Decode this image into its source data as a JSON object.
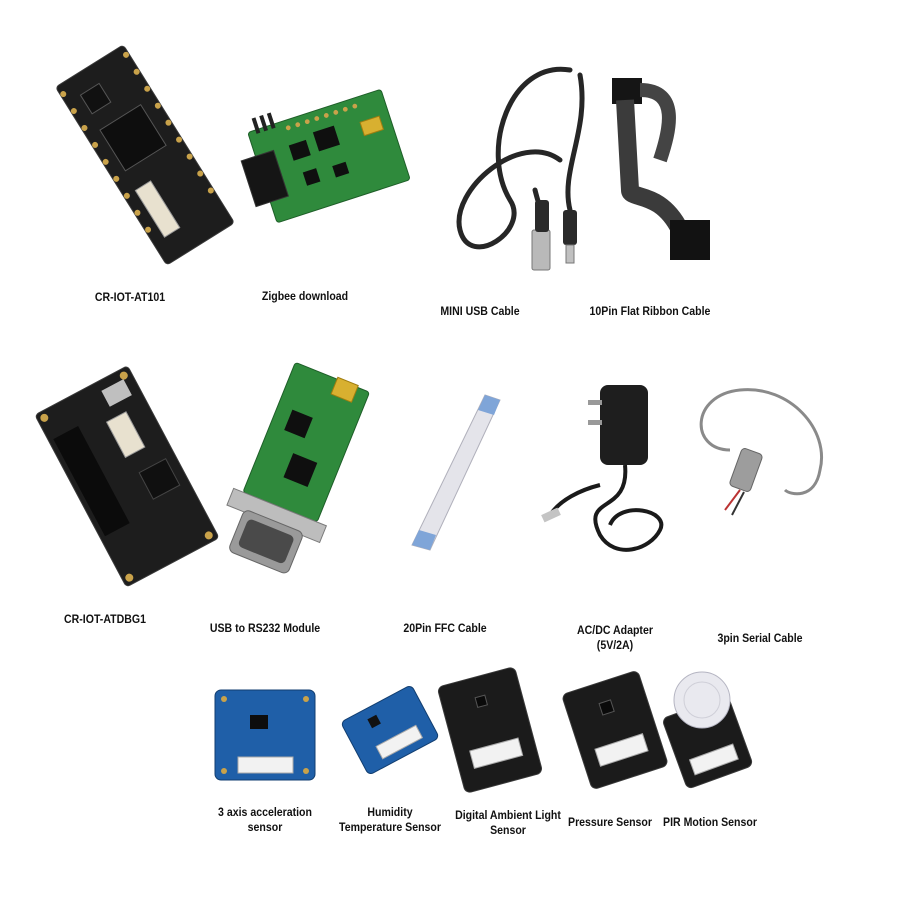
{
  "items": {
    "cr_iot_at101": "CR-IOT-AT101",
    "zigbee_download": "Zigbee download",
    "mini_usb_cable": "MINI USB Cable",
    "flat_ribbon_cable": "10Pin Flat Ribbon Cable",
    "cr_iot_atdbg1": "CR-IOT-ATDBG1",
    "usb_rs232_module": "USB to RS232 Module",
    "ffc_cable": "20Pin FFC Cable",
    "acdc_adapter": "AC/DC Adapter\n(5V/2A)",
    "serial_cable": "3pin Serial Cable",
    "accel_sensor": "3 axis acceleration\nsensor",
    "humidity_sensor": "Humidity\nTemperature Sensor",
    "ambient_light_sensor": "Digital Ambient Light\nSensor",
    "pressure_sensor": "Pressure Sensor",
    "pir_sensor": "PIR Motion Sensor"
  },
  "colors": {
    "black_pcb": "#1d1d1d",
    "green_pcb": "#2f8a3c",
    "blue_pcb": "#1f5fa8",
    "gold_pad": "#c9a24a",
    "cable_grey": "#444444"
  }
}
